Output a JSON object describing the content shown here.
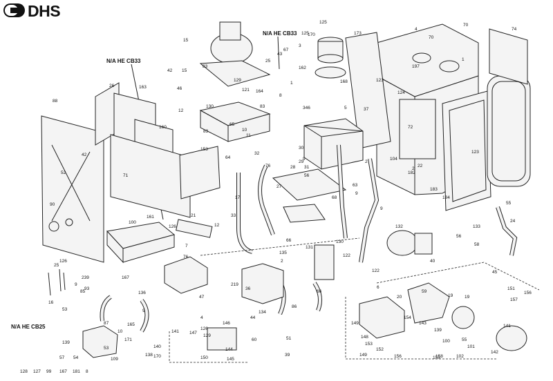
{
  "brand": {
    "name": "DHS"
  },
  "callouts": [
    {
      "id": "nahe-cb33-top",
      "text": "N/A HE CB33"
    },
    {
      "id": "nahe-cb33-left",
      "text": "N/A HE CB33"
    },
    {
      "id": "nahe-cb25",
      "text": "N/A HE CB25"
    }
  ],
  "part_numbers": [
    "125",
    "170",
    "173",
    "125",
    "15",
    "67",
    "3",
    "43",
    "25",
    "162",
    "168",
    "164",
    "129",
    "1",
    "4",
    "70",
    "70",
    "74",
    "197",
    "1",
    "124",
    "123",
    "123",
    "72",
    "2",
    "104",
    "22",
    "182",
    "183",
    "184",
    "55",
    "24",
    "5",
    "37",
    "346",
    "8",
    "9",
    "31",
    "32",
    "76",
    "28",
    "27",
    "29",
    "30",
    "56",
    "68",
    "63",
    "9",
    "2",
    "9",
    "26",
    "163",
    "42",
    "15",
    "46",
    "83",
    "121",
    "130",
    "83",
    "83",
    "65",
    "10",
    "11",
    "12",
    "160",
    "71",
    "153",
    "42",
    "88",
    "52",
    "90",
    "239",
    "167",
    "161",
    "126",
    "100",
    "21",
    "12",
    "33",
    "17",
    "64",
    "66",
    "7",
    "76",
    "9",
    "136",
    "47",
    "60",
    "93",
    "53",
    "25",
    "126",
    "16",
    "85",
    "87",
    "4",
    "126",
    "9",
    "134",
    "44",
    "135",
    "2",
    "131",
    "130",
    "122",
    "122",
    "219",
    "36",
    "86",
    "66",
    "39",
    "51",
    "132",
    "133",
    "56",
    "58",
    "40",
    "6",
    "20",
    "59",
    "19",
    "19",
    "45",
    "151",
    "157",
    "156",
    "141",
    "142",
    "55",
    "101",
    "102",
    "100",
    "139",
    "143",
    "154",
    "158",
    "155",
    "156",
    "152",
    "153",
    "148",
    "149",
    "149",
    "150",
    "147",
    "146",
    "145",
    "144",
    "141",
    "129",
    "140",
    "170",
    "138",
    "165",
    "139",
    "53",
    "54",
    "57",
    "109",
    "10",
    "171",
    "128",
    "127",
    "99",
    "167",
    "181",
    "8"
  ]
}
